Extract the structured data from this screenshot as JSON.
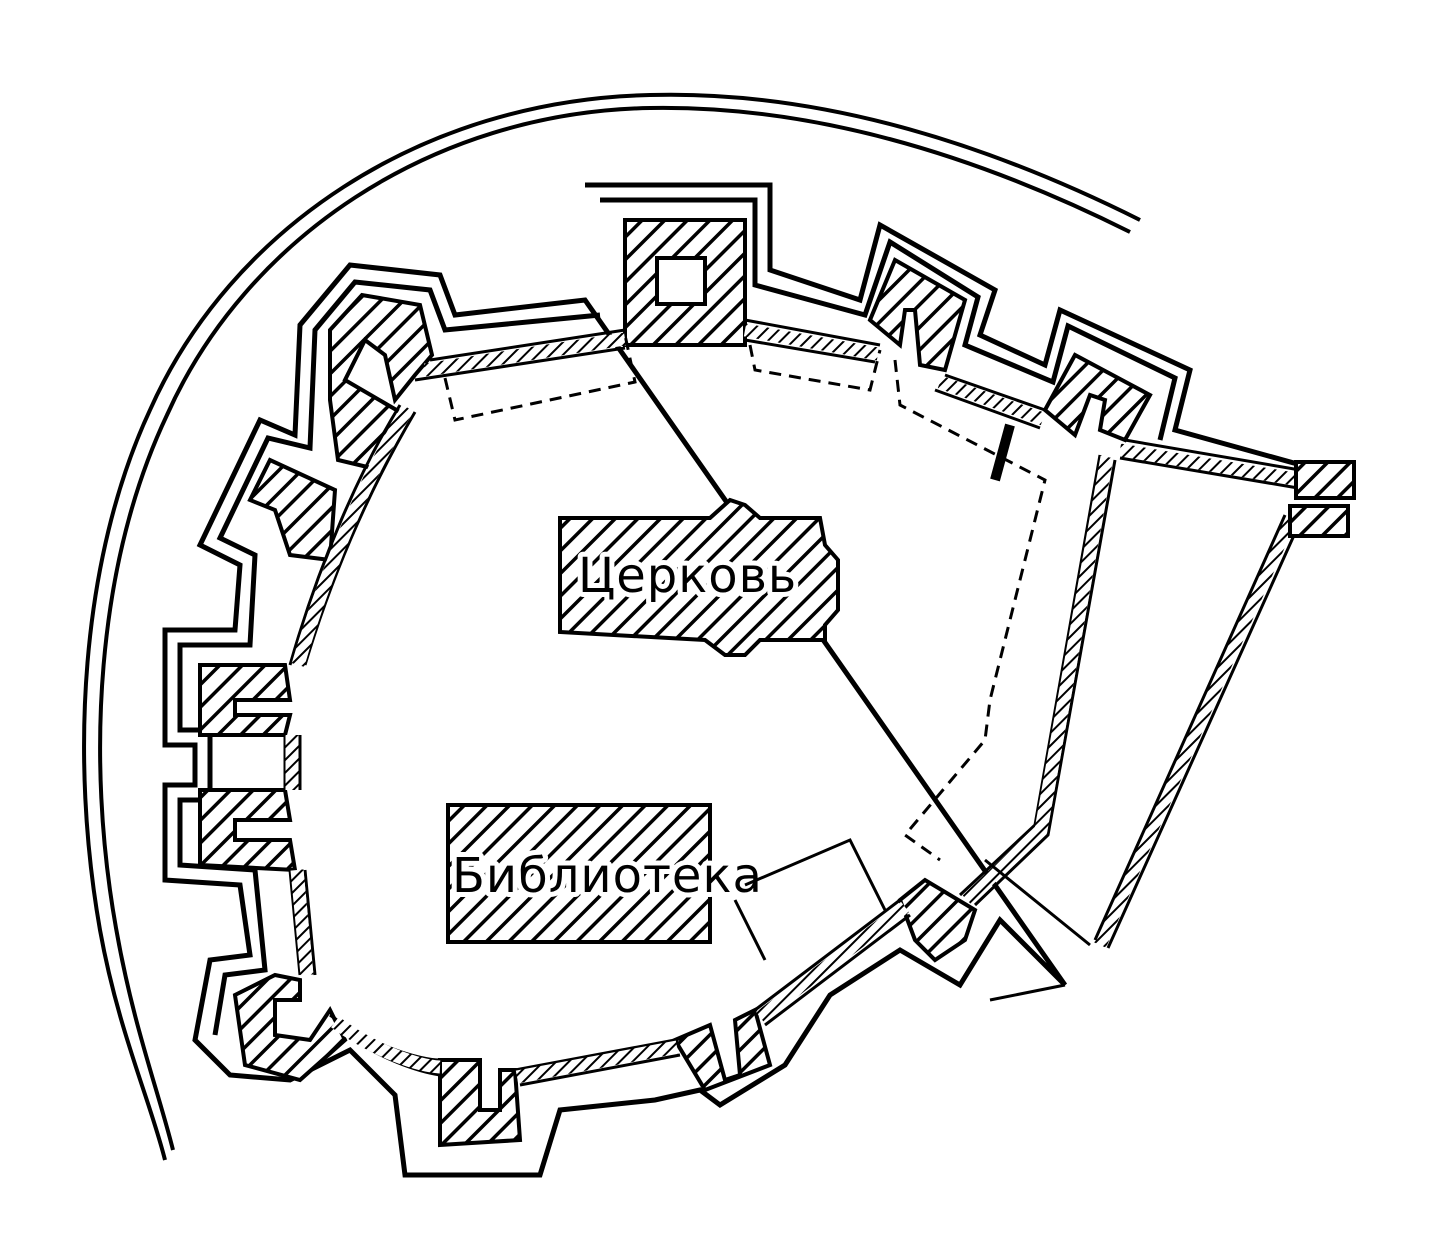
{
  "diagram": {
    "type": "fortress-plan",
    "labels": {
      "church": "Церковь",
      "library": "Библиотека"
    },
    "colors": {
      "ink": "#000000",
      "paper": "#ffffff"
    }
  }
}
